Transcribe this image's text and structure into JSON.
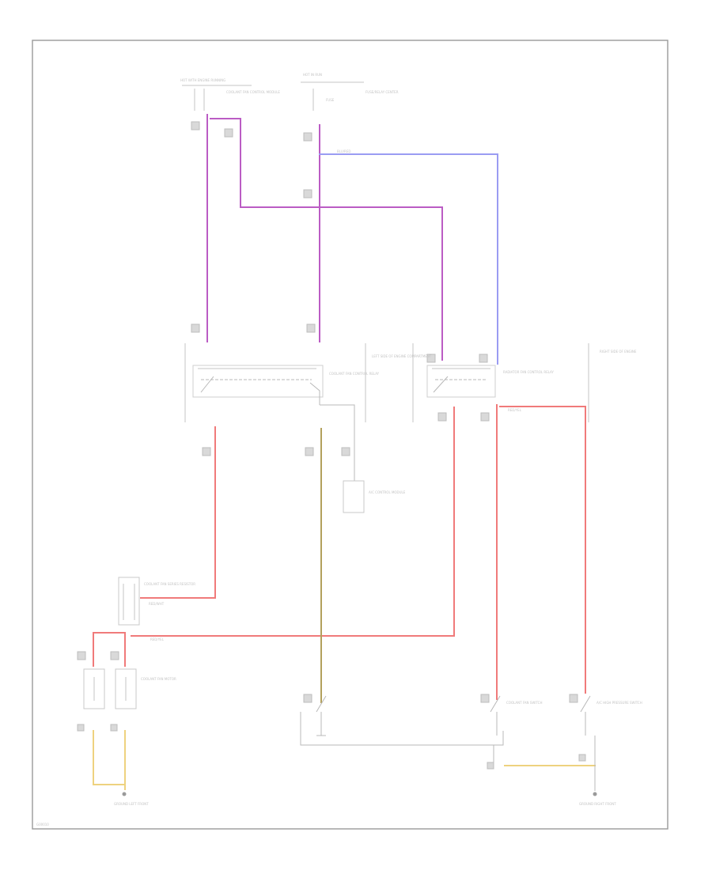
{
  "diagram": {
    "labels": {
      "top_left_header": "HOT WITH ENGINE RUNNING",
      "top_left_sub": "COOLANT FAN CONTROL MODULE",
      "top_mid_header": "HOT IN RUN",
      "top_mid_sub": "FUSE",
      "wire_blu_red": "BLU/RED",
      "relay_left_name": "COOLANT FAN CONTROL RELAY",
      "relay_left_side": "LEFT SIDE OF ENGINE COMPARTMENT",
      "relay_right_name": "RADIATOR FAN CONTROL RELAY",
      "relay_right_side": "RIGHT SIDE OF ENGINE",
      "ground_module": "A/C CONTROL MODULE",
      "series_resistor": "COOLANT FAN SERIES RESISTOR",
      "fan_motor": "COOLANT FAN MOTOR",
      "wire_red": "RED/WHT",
      "wire_red2": "RED/YEL",
      "ground_left": "GROUND LEFT FRONT",
      "switch_mid": "COOLANT FAN SWITCH",
      "switch_right": "A/C HIGH PRESSURE SWITCH",
      "ground_right": "GROUND RIGHT FRONT",
      "footer_code": "G00010"
    },
    "wires": [
      {
        "name": "purple",
        "color": "#bb5cc4"
      },
      {
        "name": "light-blue",
        "color": "#9a9cf2"
      },
      {
        "name": "red",
        "color": "#f07a7a"
      },
      {
        "name": "olive",
        "color": "#b3a15c"
      },
      {
        "name": "yellow",
        "color": "#eed27f"
      },
      {
        "name": "gray",
        "color": "#bdbdbd"
      }
    ]
  }
}
